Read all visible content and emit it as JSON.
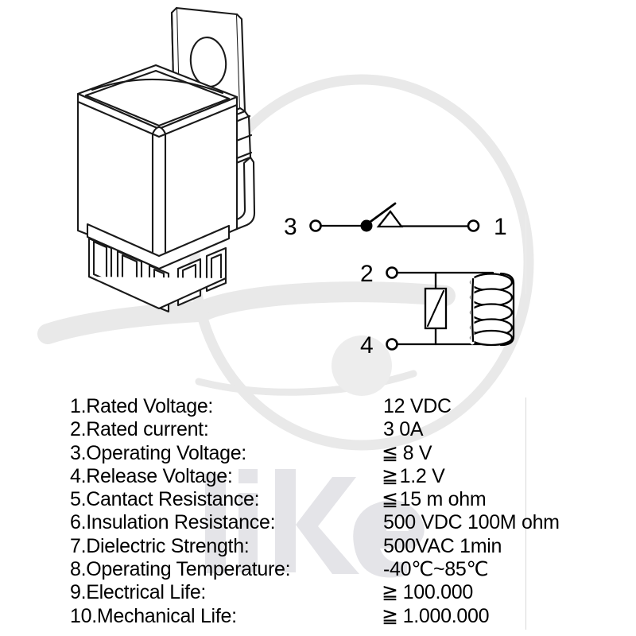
{
  "document": {
    "type": "relay-datasheet-figure",
    "background_color": "#ffffff",
    "ink_color": "#000000",
    "watermark_color": "#e6e6e6",
    "watermark_text": "bike"
  },
  "product_illustration": {
    "name": "automotive-relay-line-drawing",
    "description": "4-pin automotive mini relay with L-shaped mounting bracket and blade terminals"
  },
  "schematic": {
    "title": "",
    "terminals": [
      {
        "id": "3",
        "label": "3",
        "role": "common"
      },
      {
        "id": "1",
        "label": "1",
        "role": "normally-open-contact"
      },
      {
        "id": "2",
        "label": "2",
        "role": "coil-positive"
      },
      {
        "id": "4",
        "label": "4",
        "role": "coil-negative"
      }
    ],
    "components": [
      {
        "type": "switch",
        "name": "spst-contact"
      },
      {
        "type": "resistor",
        "name": "coil-parallel-resistor"
      },
      {
        "type": "coil",
        "name": "relay-coil",
        "turns": 5
      }
    ]
  },
  "specs": {
    "rows": [
      {
        "index": "1.",
        "label": "Rated Voltage:",
        "cmp": "",
        "value": "12 VDC"
      },
      {
        "index": "2.",
        "label": "Rated current:",
        "cmp": "",
        "value": "3 0A"
      },
      {
        "index": "3.",
        "label": "Operating Voltage:",
        "cmp": "≦",
        "value": "8 V"
      },
      {
        "index": "4.",
        "label": "Release Voltage:",
        "cmp": "≧",
        "value": "1.2 V"
      },
      {
        "index": "5.",
        "label": "Cantact Resistance:",
        "cmp": "≦",
        "value": "15 m ohm"
      },
      {
        "index": "6.",
        "label": "Insulation Resistance:",
        "cmp": "",
        "value": "500 VDC 100M ohm"
      },
      {
        "index": "7.",
        "label": "Dielectric Strength:",
        "cmp": "",
        "value": "500VAC 1min"
      },
      {
        "index": "8.",
        "label": "Operating Temperature:",
        "cmp": "",
        "value": "-40℃~85℃"
      },
      {
        "index": "9.",
        "label": "Electrical Life:",
        "cmp": "≧",
        "value": "100.000"
      },
      {
        "index": "10.",
        "label": "Mechanical Life:",
        "cmp": "≧",
        "value": "1.000.000"
      }
    ]
  }
}
